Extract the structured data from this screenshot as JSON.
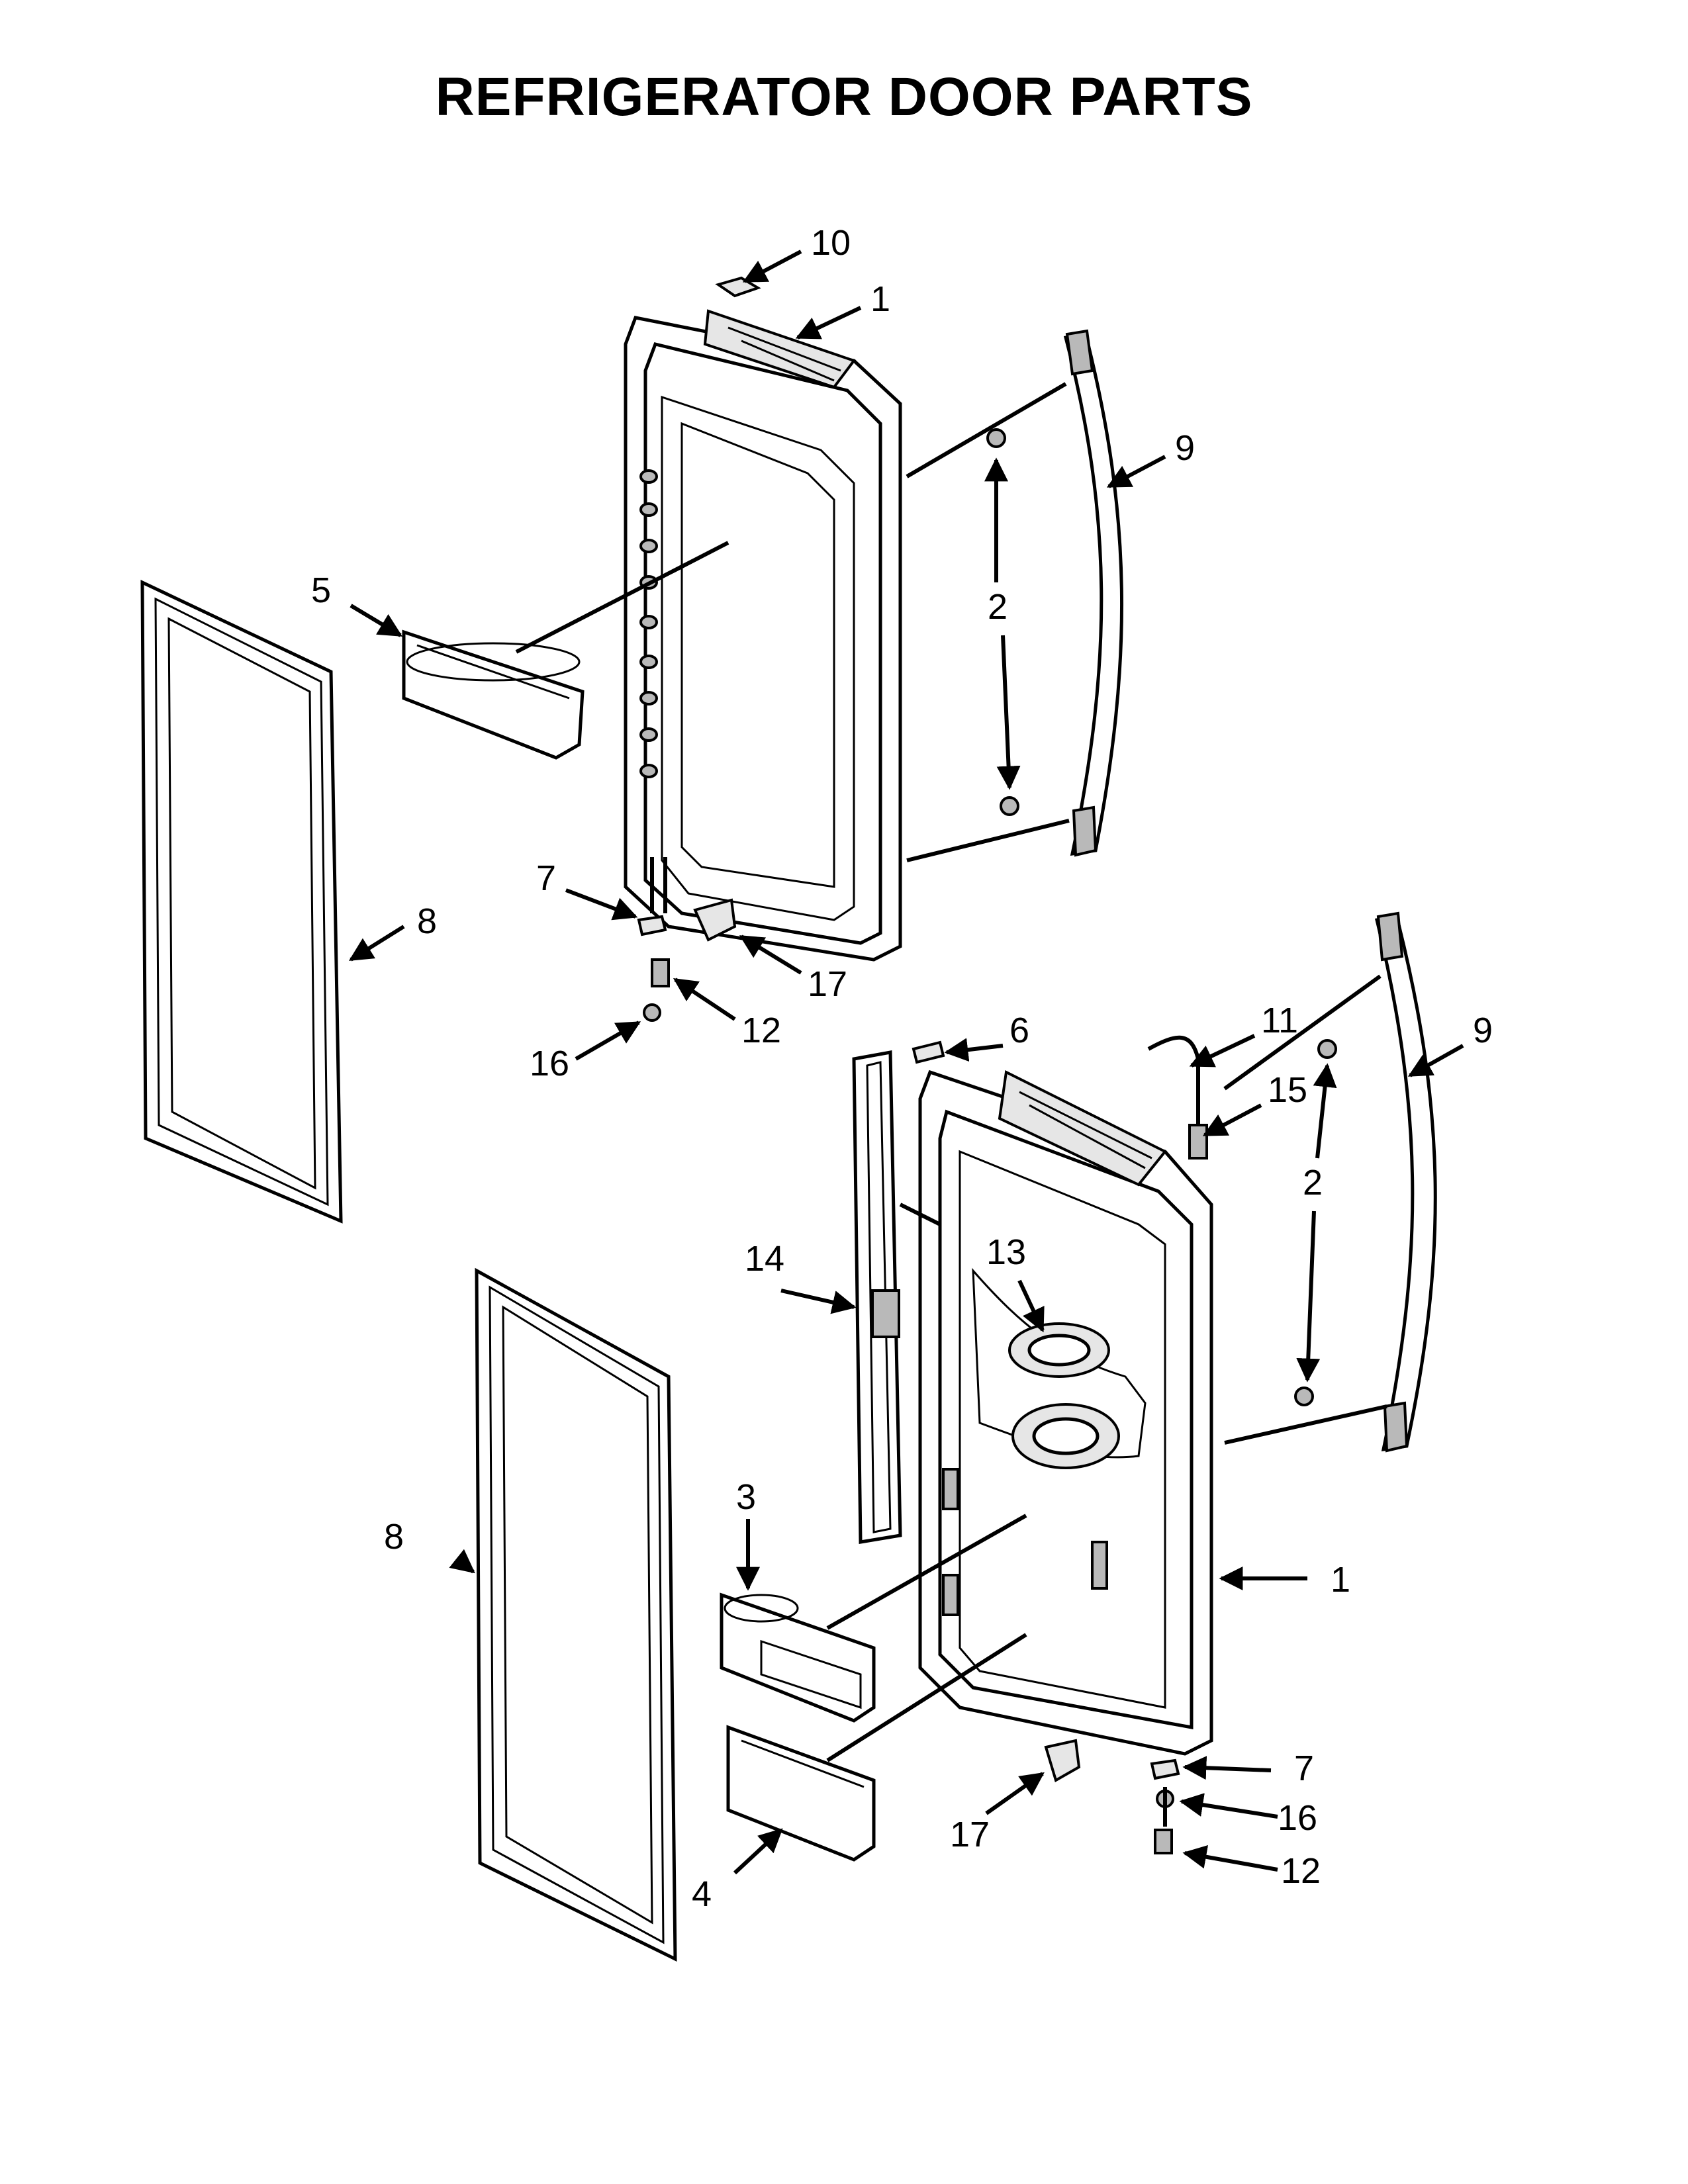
{
  "title": "REFRIGERATOR DOOR PARTS",
  "callouts": {
    "c10": "10",
    "c1_top": "1",
    "c9_top": "9",
    "c2_top": "2",
    "c5": "5",
    "c8_left": "8",
    "c7_top": "7",
    "c17_top": "17",
    "c12_top": "12",
    "c16_top": "16",
    "c6": "6",
    "c11": "11",
    "c9_right": "9",
    "c15": "15",
    "c2_right": "2",
    "c14": "14",
    "c13": "13",
    "c3": "3",
    "c8_bottom": "8",
    "c1_right": "1",
    "c7_right": "7",
    "c16_right": "16",
    "c17_bottom": "17",
    "c12_right": "12",
    "c4": "4"
  }
}
